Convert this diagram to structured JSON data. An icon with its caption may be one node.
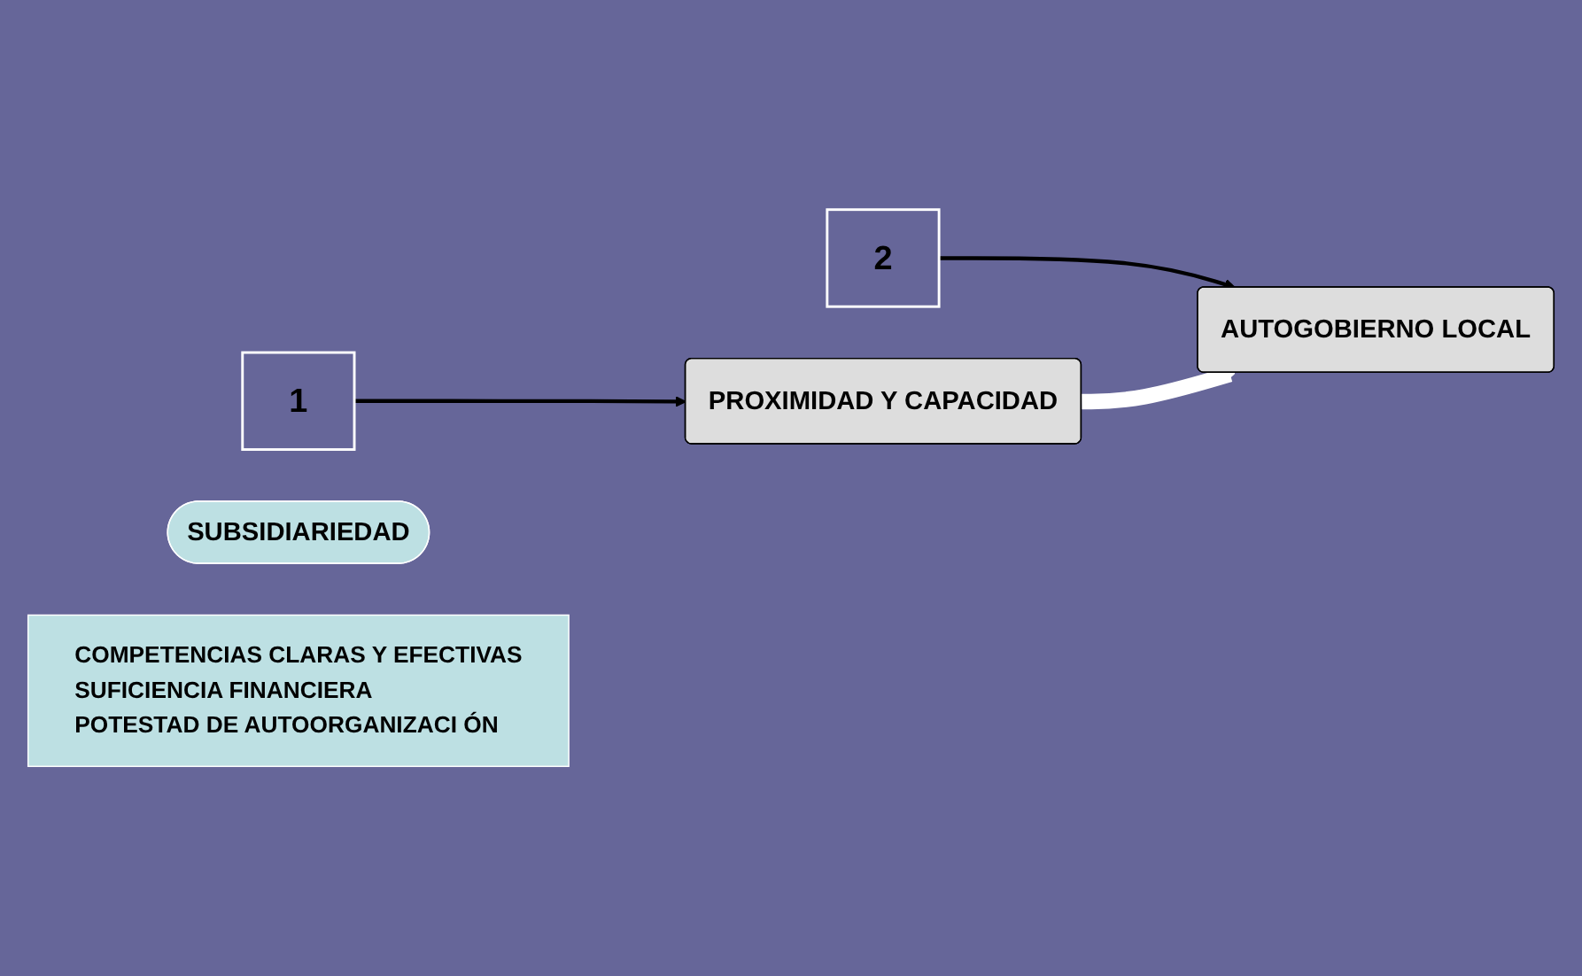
{
  "diagram": {
    "nodes": [
      {
        "text": [
          "1"
        ]
      },
      {
        "text": [
          "PROXIMIDAD Y CAPACIDAD"
        ]
      },
      {
        "text": [
          "SUBSIDIARIEDAD"
        ]
      },
      {
        "text": [
          "2"
        ]
      },
      {
        "text": [
          "AUTOGOBIERNO LOCAL"
        ]
      },
      {
        "text": [
          "COMPETENCIAS CLARAS Y EFECTIVAS",
          "SUFICIENCIA FINANCIERA",
          "POTESTAD DE AUTOORGANIZACI ÓN"
        ]
      }
    ],
    "edges": [
      {
        "from": 0,
        "to": 1,
        "arrow": "to"
      },
      {
        "from": 3,
        "to": 4,
        "arrow": "to"
      },
      {
        "from": 1,
        "to": 4,
        "arrow": "to",
        "style": "thick",
        "color": "#ffffff"
      }
    ]
  }
}
